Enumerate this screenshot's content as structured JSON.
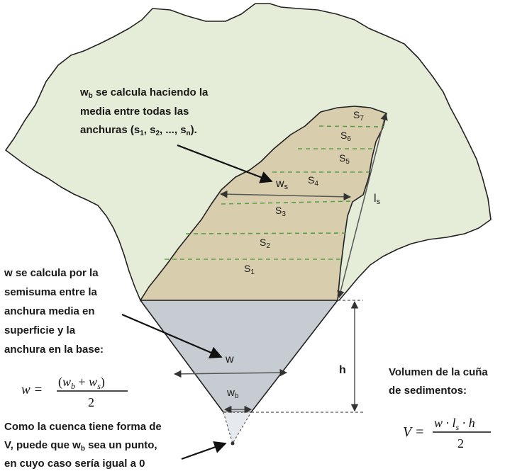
{
  "annotations": {
    "wb_note": [
      "w_b se calcula haciendo la",
      "media entre todas las",
      "anchuras (s_1, s_2, ..., s_n)."
    ],
    "w_note": [
      "w se calcula por la",
      "semisuma entre la",
      "anchura media en",
      "superficie y la",
      "anchura en la base:"
    ],
    "v_note": [
      "Como la cuenca tiene forma de",
      "V, puede que w_b sea un punto,",
      "en cuyo caso sería igual a 0"
    ],
    "volume_note": [
      "Volumen de la cuña",
      "de sedimentos:"
    ]
  },
  "labels": {
    "strata": [
      "S7",
      "S6",
      "S5",
      "S4",
      "S3",
      "S2",
      "S1"
    ],
    "ws": "w_s",
    "w": "w",
    "wb": "w_b",
    "h": "h",
    "ls": "l_s"
  },
  "formulas": {
    "w": "w = (w_b + w_s) / 2",
    "V": "V = w · l_s · h / 2"
  },
  "colors": {
    "valley": "#e5ecd8",
    "sediment": "#d8cdad",
    "cross_section": "#c7cbd2",
    "dashed_lines": "#58a04a",
    "arrows": "#444444"
  }
}
